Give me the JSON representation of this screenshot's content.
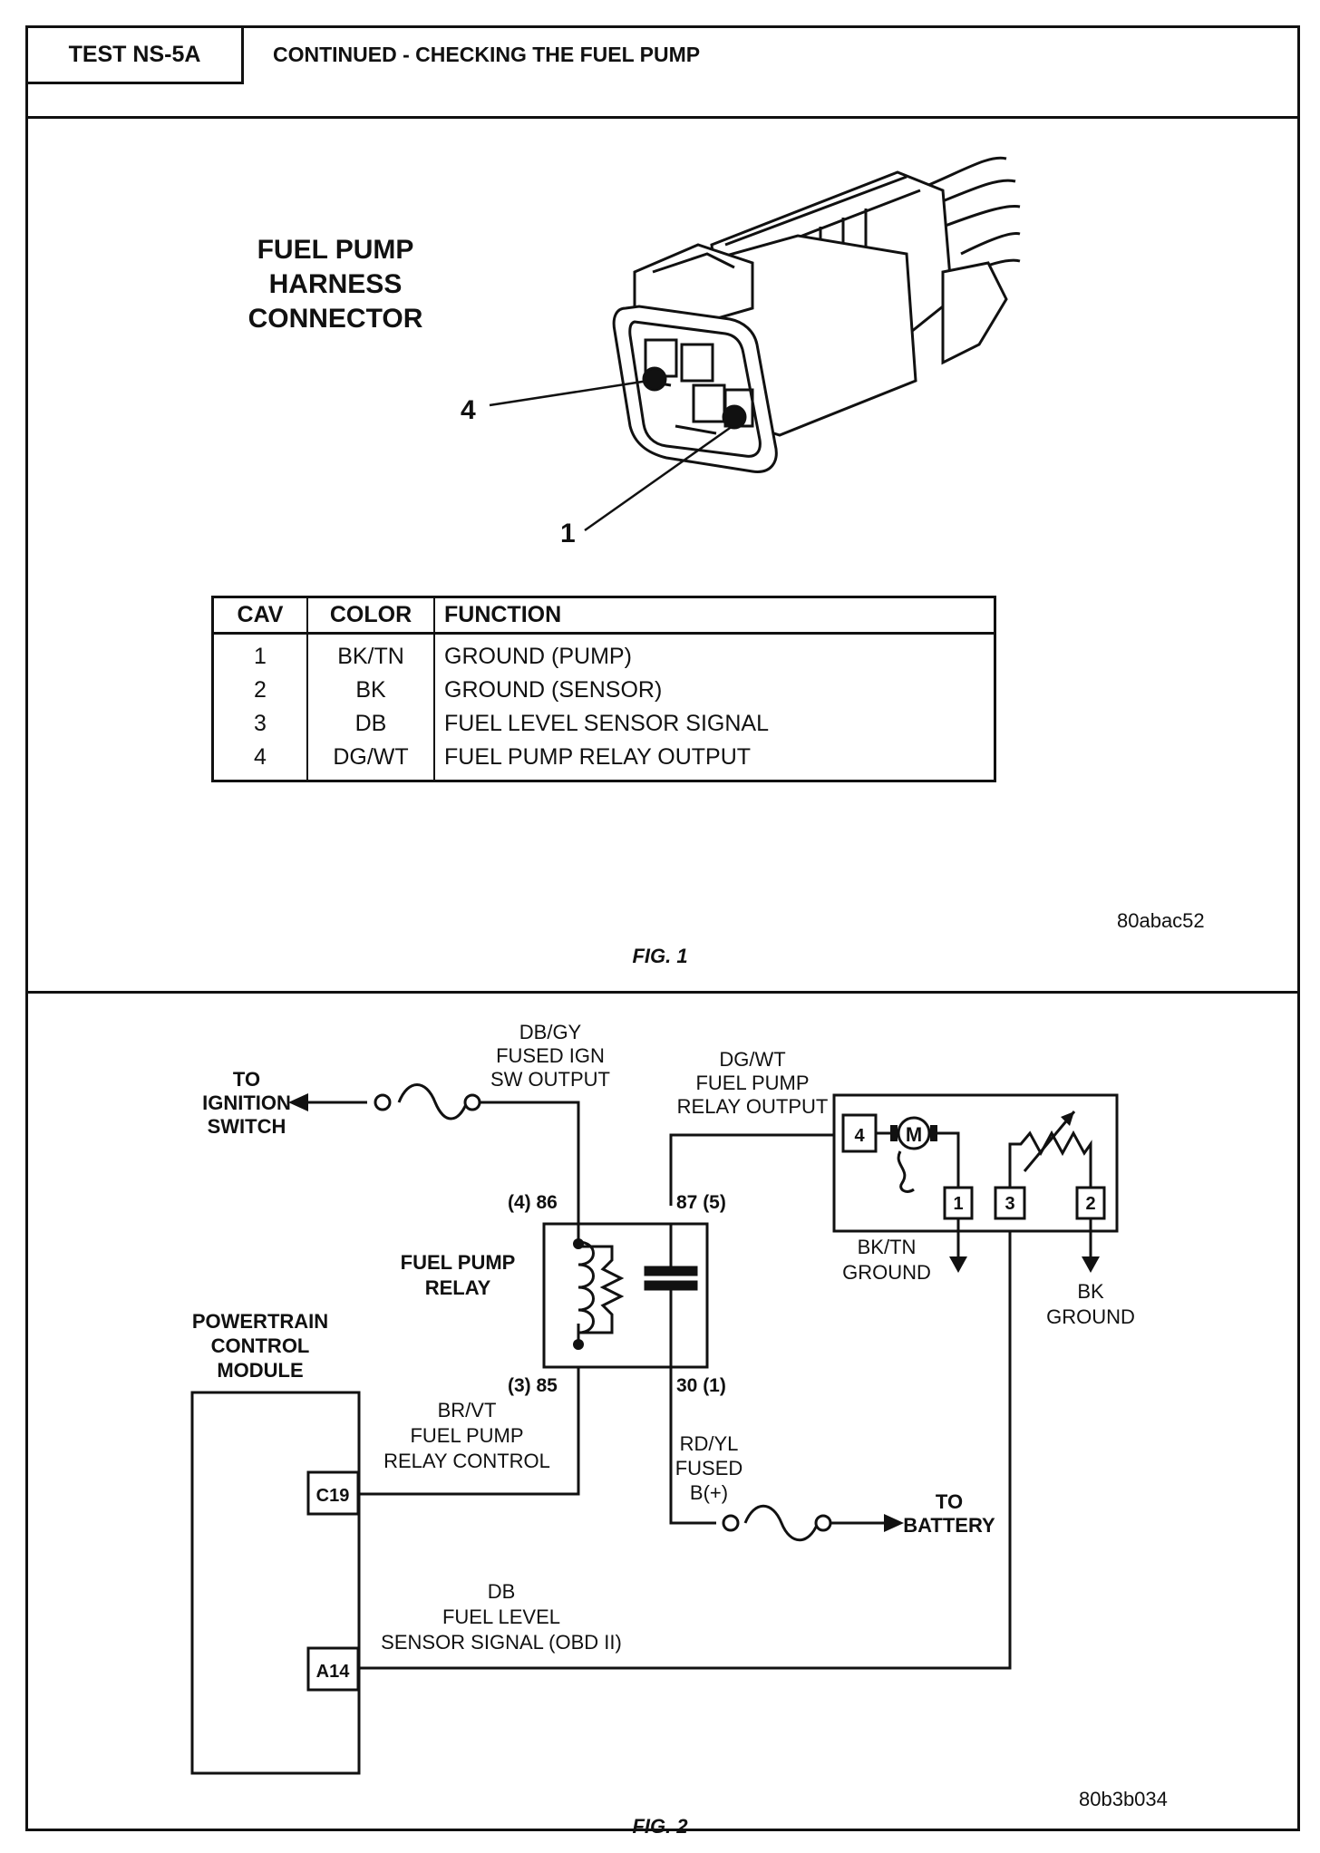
{
  "header": {
    "test_id": "TEST NS-5A",
    "title": "CONTINUED - CHECKING THE FUEL PUMP"
  },
  "fig1": {
    "connector_label": [
      "FUEL PUMP",
      "HARNESS",
      "CONNECTOR"
    ],
    "callout_4": "4",
    "callout_1": "1",
    "table": {
      "headers": [
        "CAV",
        "COLOR",
        "FUNCTION"
      ],
      "rows": [
        [
          "1",
          "BK/TN",
          "GROUND (PUMP)"
        ],
        [
          "2",
          "BK",
          "GROUND (SENSOR)"
        ],
        [
          "3",
          "DB",
          "FUEL LEVEL SENSOR SIGNAL"
        ],
        [
          "4",
          "DG/WT",
          "FUEL PUMP RELAY OUTPUT"
        ]
      ]
    },
    "code": "80abac52",
    "caption": "FIG. 1"
  },
  "fig2": {
    "to_ignition": [
      "TO",
      "IGNITION",
      "SWITCH"
    ],
    "wire_dbgy": [
      "DB/GY",
      "FUSED IGN",
      "SW OUTPUT"
    ],
    "wire_dgwt": [
      "DG/WT",
      "FUEL PUMP",
      "RELAY OUTPUT"
    ],
    "pin_86": "(4) 86",
    "pin_87": "87 (5)",
    "pin_85": "(3) 85",
    "pin_30": "30 (1)",
    "relay_label": [
      "FUEL PUMP",
      "RELAY"
    ],
    "pcm_label": [
      "POWERTRAIN",
      "CONTROL",
      "MODULE"
    ],
    "wire_brvt": [
      "BR/VT",
      "FUEL PUMP",
      "RELAY CONTROL"
    ],
    "wire_rdyl": [
      "RD/YL",
      "FUSED",
      "B(+)"
    ],
    "to_battery": [
      "TO",
      "BATTERY"
    ],
    "wire_db": [
      "DB",
      "FUEL LEVEL",
      "SENSOR SIGNAL (OBD II)"
    ],
    "pin_c19": "C19",
    "pin_a14": "A14",
    "pump_pin_4": "4",
    "pump_pin_1": "1",
    "pump_pin_3": "3",
    "pump_pin_2": "2",
    "motor_label": "M",
    "ground_bktn": [
      "BK/TN",
      "GROUND"
    ],
    "ground_bk": [
      "BK",
      "GROUND"
    ],
    "code": "80b3b034",
    "caption": "FIG. 2"
  }
}
